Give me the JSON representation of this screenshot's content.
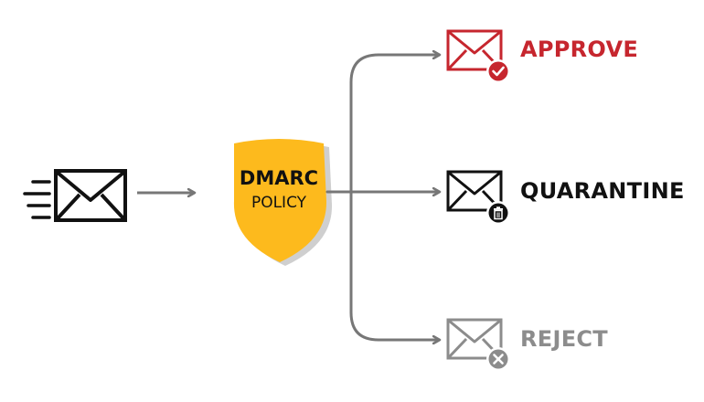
{
  "policy": {
    "line1": "DMARC",
    "line2": "POLICY",
    "shield_color": "#FDBA1D"
  },
  "incoming": {
    "icon": "sending-mail-icon"
  },
  "outcomes": [
    {
      "key": "approve",
      "label": "APPROVE",
      "color": "#C6262E",
      "badge_icon": "check-icon"
    },
    {
      "key": "quarantine",
      "label": "QUARANTINE",
      "color": "#111111",
      "badge_icon": "trash-icon"
    },
    {
      "key": "reject",
      "label": "REJECT",
      "color": "#8C8C8C",
      "badge_icon": "x-icon"
    }
  ],
  "arrow_color": "#777777"
}
